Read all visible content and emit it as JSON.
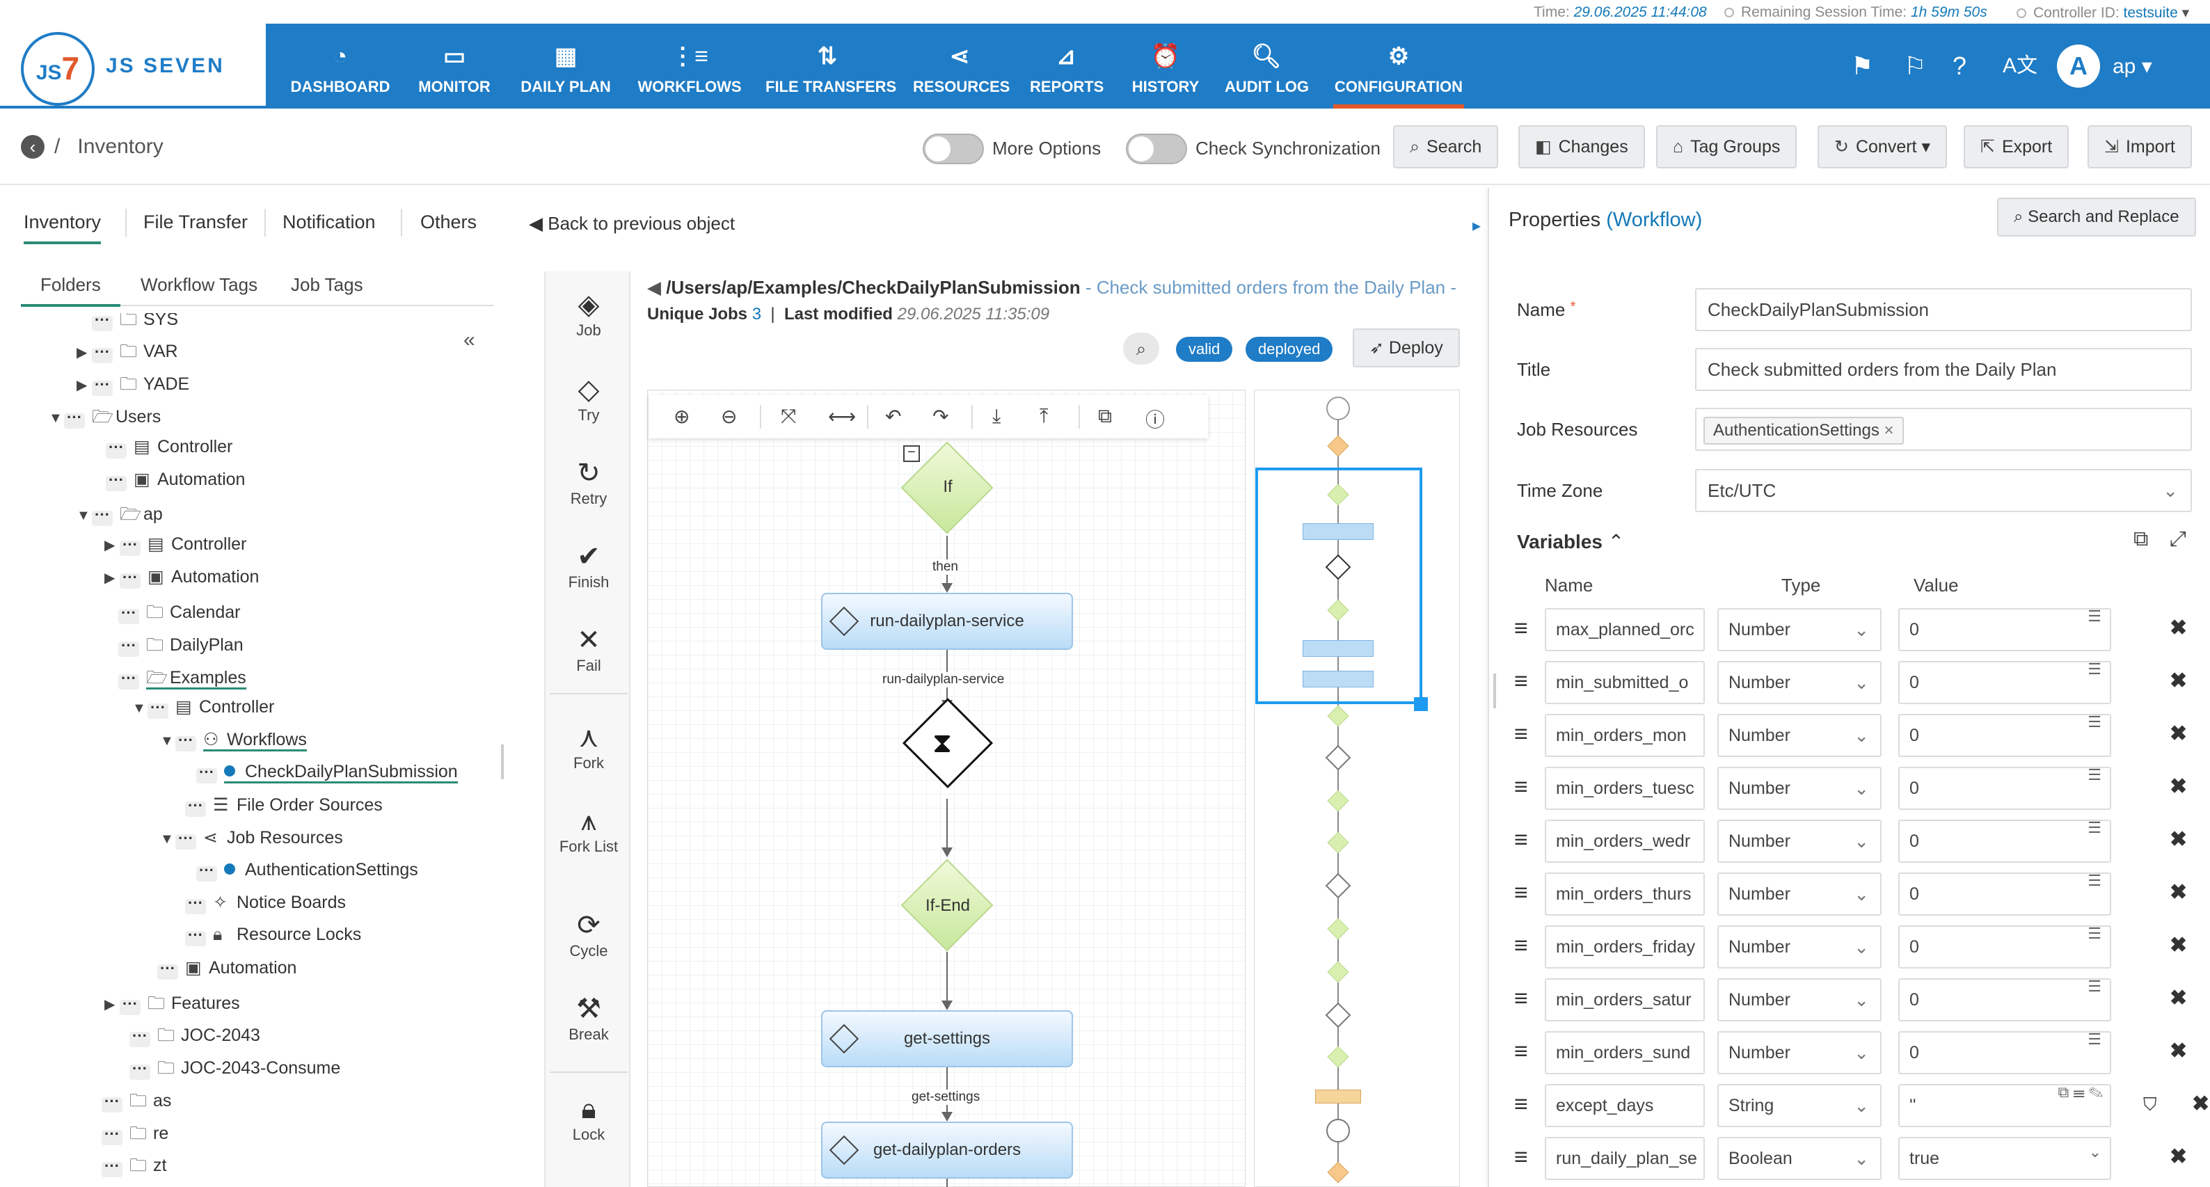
{
  "status_bar": {
    "time_label": "Time:",
    "time_value": "29.06.2025 11:44:08",
    "session_label": "Remaining Session Time:",
    "session_value": "1h 59m 50s",
    "controller_label": "Controller ID:",
    "controller_value": "testsuite"
  },
  "brand": {
    "logo_mark": "JS7",
    "logo_text": "JS SEVEN"
  },
  "nav": {
    "items": [
      {
        "label": "DASHBOARD",
        "icon": "dashboard-icon"
      },
      {
        "label": "MONITOR",
        "icon": "monitor-icon"
      },
      {
        "label": "DAILY PLAN",
        "icon": "calendar-clock-icon"
      },
      {
        "label": "WORKFLOWS",
        "icon": "workflow-icon"
      },
      {
        "label": "FILE TRANSFERS",
        "icon": "transfer-arrows-icon"
      },
      {
        "label": "RESOURCES",
        "icon": "share-nodes-icon"
      },
      {
        "label": "REPORTS",
        "icon": "chart-icon"
      },
      {
        "label": "HISTORY",
        "icon": "alarm-clock-icon"
      },
      {
        "label": "AUDIT LOG",
        "icon": "file-search-icon"
      },
      {
        "label": "CONFIGURATION",
        "icon": "gears-icon"
      }
    ],
    "active": "CONFIGURATION",
    "user_initial": "A",
    "user_name": "ap"
  },
  "toolbar": {
    "breadcrumb_sep": "/",
    "breadcrumb": "Inventory",
    "more_options": "More Options",
    "check_sync": "Check Synchronization",
    "search": "Search",
    "changes": "Changes",
    "tag_groups": "Tag Groups",
    "convert": "Convert",
    "export": "Export",
    "import": "Import"
  },
  "left": {
    "tabs": [
      "Inventory",
      "File Transfer",
      "Notification",
      "Others"
    ],
    "back_link": "Back to previous object",
    "sub_tabs": [
      "Folders",
      "Workflow Tags",
      "Job Tags"
    ],
    "tree": [
      {
        "label": "SYS",
        "indent": 2
      },
      {
        "label": "VAR",
        "indent": 2
      },
      {
        "label": "YADE",
        "indent": 2
      },
      {
        "label": "Users",
        "indent": 1
      },
      {
        "label": "Controller",
        "indent": 2
      },
      {
        "label": "Automation",
        "indent": 2
      },
      {
        "label": "ap",
        "indent": 2
      },
      {
        "label": "Controller",
        "indent": 3
      },
      {
        "label": "Automation",
        "indent": 3
      },
      {
        "label": "Calendar",
        "indent": 3
      },
      {
        "label": "DailyPlan",
        "indent": 3
      },
      {
        "label": "Examples",
        "indent": 3
      },
      {
        "label": "Controller",
        "indent": 4
      },
      {
        "label": "Workflows",
        "indent": 5
      },
      {
        "label": "CheckDailyPlanSubmission",
        "indent": 6
      },
      {
        "label": "File Order Sources",
        "indent": 5
      },
      {
        "label": "Job Resources",
        "indent": 5
      },
      {
        "label": "AuthenticationSettings",
        "indent": 6
      },
      {
        "label": "Notice Boards",
        "indent": 5
      },
      {
        "label": "Resource Locks",
        "indent": 5
      },
      {
        "label": "Automation",
        "indent": 4
      },
      {
        "label": "Features",
        "indent": 3
      },
      {
        "label": "JOC-2043",
        "indent": 3
      },
      {
        "label": "JOC-2043-Consume",
        "indent": 3
      },
      {
        "label": "as",
        "indent": 2
      },
      {
        "label": "re",
        "indent": 2
      },
      {
        "label": "zt",
        "indent": 2
      }
    ]
  },
  "palette": [
    "Job",
    "Try",
    "Retry",
    "Finish",
    "Fail",
    "Fork",
    "Fork List",
    "Cycle",
    "Break",
    "Lock"
  ],
  "editor": {
    "path": "/Users/ap/Examples/CheckDailyPlanSubmission",
    "title_suffix": " - Check submitted orders from the Daily Plan -",
    "unique_jobs_label": "Unique Jobs",
    "unique_jobs_value": "3",
    "last_modified_label": "Last modified",
    "last_modified_value": "29.06.2025 11:35:09",
    "badge_valid": "valid",
    "badge_deployed": "deployed",
    "deploy": "Deploy",
    "nodes": {
      "if": "If",
      "then": "then",
      "job1": "run-dailyplan-service",
      "job1_edge": "run-dailyplan-service",
      "if_end": "If-End",
      "job2": "get-settings",
      "job2_edge": "get-settings",
      "job3": "get-dailyplan-orders"
    }
  },
  "properties": {
    "header": "Properties",
    "type": "(Workflow)",
    "search_replace": "Search and Replace",
    "name_label": "Name",
    "name_value": "CheckDailyPlanSubmission",
    "title_label": "Title",
    "title_value": "Check submitted orders from the Daily Plan",
    "job_resources_label": "Job Resources",
    "job_resource_chip": "AuthenticationSettings",
    "timezone_label": "Time Zone",
    "timezone_value": "Etc/UTC",
    "variables_label": "Variables",
    "col_name": "Name",
    "col_type": "Type",
    "col_value": "Value",
    "variables": [
      {
        "name": "max_planned_orc",
        "type": "Number",
        "value": "0"
      },
      {
        "name": "min_submitted_o",
        "type": "Number",
        "value": "0"
      },
      {
        "name": "min_orders_mon",
        "type": "Number",
        "value": "0"
      },
      {
        "name": "min_orders_tuesc",
        "type": "Number",
        "value": "0"
      },
      {
        "name": "min_orders_wedr",
        "type": "Number",
        "value": "0"
      },
      {
        "name": "min_orders_thurs",
        "type": "Number",
        "value": "0"
      },
      {
        "name": "min_orders_friday",
        "type": "Number",
        "value": "0"
      },
      {
        "name": "min_orders_satur",
        "type": "Number",
        "value": "0"
      },
      {
        "name": "min_orders_sund",
        "type": "Number",
        "value": "0"
      },
      {
        "name": "except_days",
        "type": "String",
        "value": "''"
      },
      {
        "name": "run_daily_plan_se",
        "type": "Boolean",
        "value": "true"
      }
    ]
  },
  "colors": {
    "brand_blue": "#1f7cc6",
    "accent_orange": "#e2582b",
    "active_green": "#2a8c77"
  }
}
